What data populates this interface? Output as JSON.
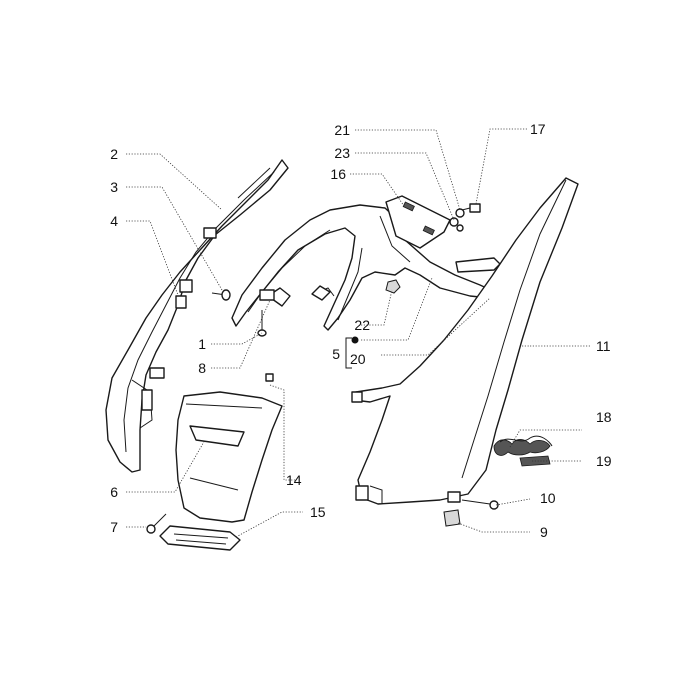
{
  "callouts": [
    {
      "id": "c1",
      "label": "1"
    },
    {
      "id": "c2",
      "label": "2"
    },
    {
      "id": "c3",
      "label": "3"
    },
    {
      "id": "c4",
      "label": "4"
    },
    {
      "id": "c5",
      "label": "5"
    },
    {
      "id": "c6",
      "label": "6"
    },
    {
      "id": "c7",
      "label": "7"
    },
    {
      "id": "c8",
      "label": "8"
    },
    {
      "id": "c9",
      "label": "9"
    },
    {
      "id": "c10",
      "label": "10"
    },
    {
      "id": "c11",
      "label": "11"
    },
    {
      "id": "c14",
      "label": "14"
    },
    {
      "id": "c15",
      "label": "15"
    },
    {
      "id": "c16",
      "label": "16"
    },
    {
      "id": "c17",
      "label": "17"
    },
    {
      "id": "c18",
      "label": "18"
    },
    {
      "id": "c19",
      "label": "19"
    },
    {
      "id": "c20",
      "label": "20"
    },
    {
      "id": "c21",
      "label": "21"
    },
    {
      "id": "c22",
      "label": "22"
    },
    {
      "id": "c23",
      "label": "23"
    }
  ]
}
